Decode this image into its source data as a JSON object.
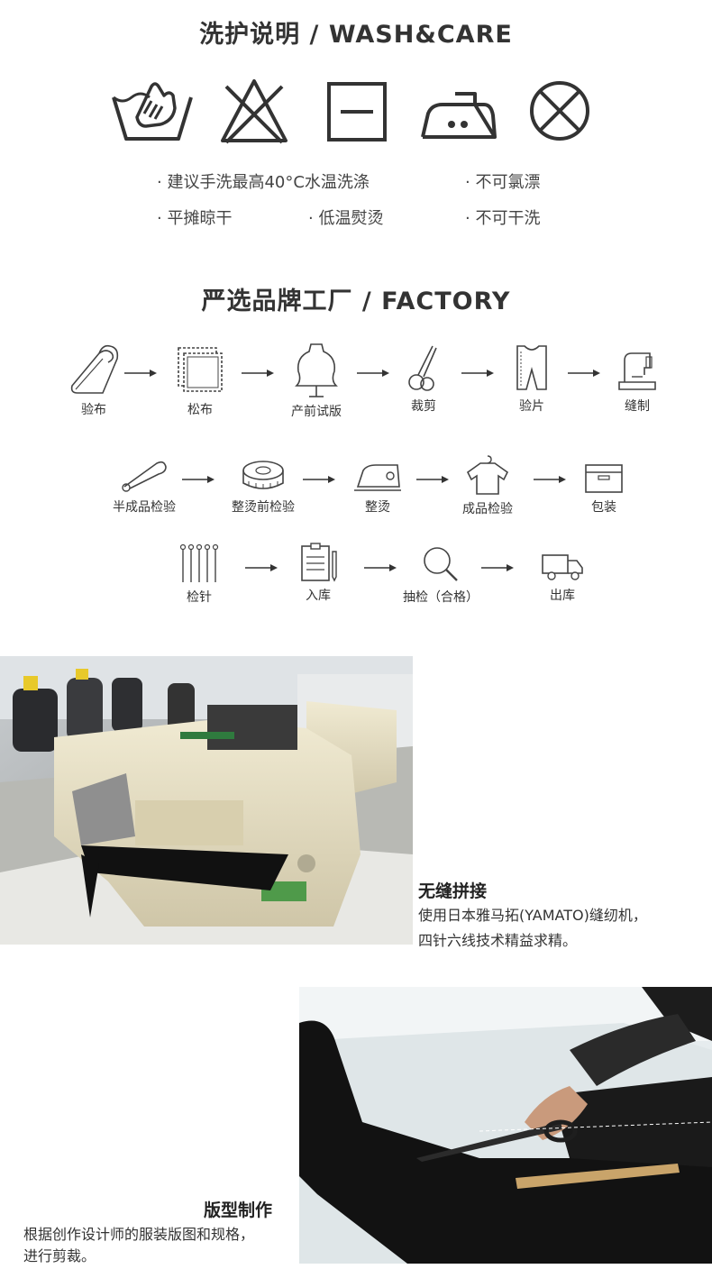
{
  "wash": {
    "title": "洗护说明  /  WASH&CARE",
    "icons": [
      "hand-wash-icon",
      "no-bleach-icon",
      "dry-flat-icon",
      "iron-low-icon",
      "no-dry-clean-icon"
    ],
    "bullets": [
      "· 建议手洗最高40°C水温洗涤",
      "· 不可氯漂",
      "· 平摊晾干",
      "· 低温熨烫",
      "· 不可干洗"
    ]
  },
  "factory": {
    "title": "严选品牌工厂  /  FACTORY",
    "row1": [
      "验布",
      "松布",
      "产前试版",
      "裁剪",
      "验片",
      "缝制"
    ],
    "row2": [
      "半成品检验",
      "整烫前检验",
      "整烫",
      "成品检验",
      "包装"
    ],
    "row3": [
      "检针",
      "入库",
      "抽检（合格）",
      "出库"
    ]
  },
  "features": [
    {
      "title": "无缝拼接",
      "line1": "使用日本雅马拓(YAMATO)缝纫机，",
      "line2": "四针六线技术精益求精。"
    },
    {
      "title": "版型制作",
      "line1": "根据创作设计师的服装版图和规格，",
      "line2": "进行剪裁。"
    }
  ]
}
